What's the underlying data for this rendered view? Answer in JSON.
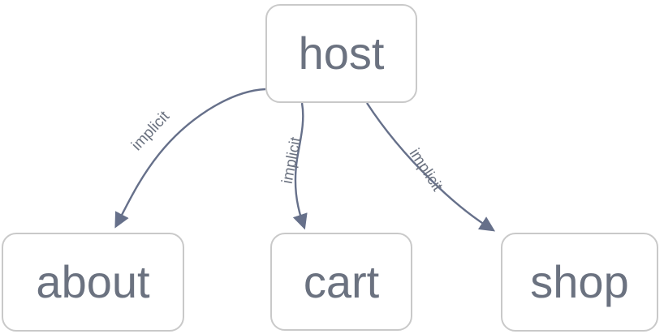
{
  "diagram": {
    "type": "directed-graph",
    "background_color": "#ffffff",
    "node_fill": "#ffffff",
    "node_border_color": "#c9c9c9",
    "text_color": "#6b7280",
    "edge_color": "#66708a",
    "nodes": [
      {
        "id": "host",
        "label": "host"
      },
      {
        "id": "about",
        "label": "about"
      },
      {
        "id": "cart",
        "label": "cart"
      },
      {
        "id": "shop",
        "label": "shop"
      }
    ],
    "edges": [
      {
        "from": "host",
        "to": "about",
        "label": "implicit"
      },
      {
        "from": "host",
        "to": "cart",
        "label": "implicit"
      },
      {
        "from": "host",
        "to": "shop",
        "label": "implicit"
      }
    ]
  }
}
